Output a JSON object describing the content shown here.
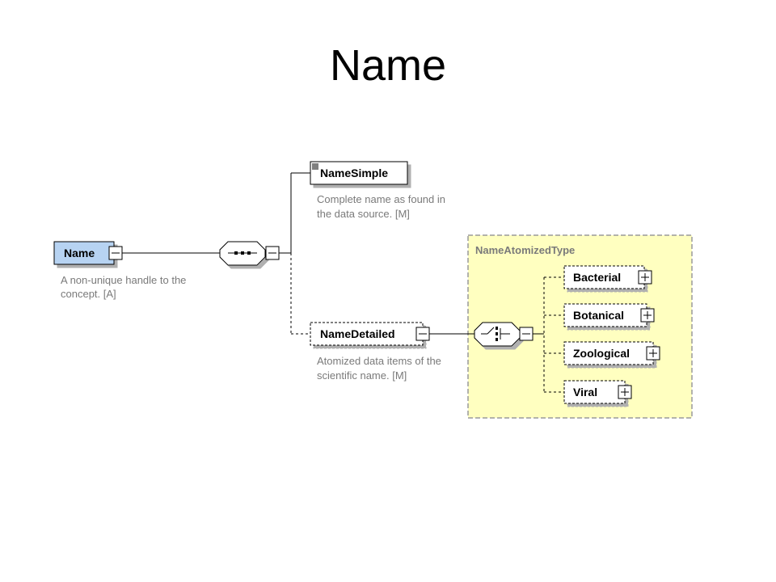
{
  "title": "Name",
  "root": {
    "label": "Name",
    "doc_line1": "A non-unique handle to the",
    "doc_line2": "concept. [A]"
  },
  "sequence": {
    "icon": "sequence-compositor-icon"
  },
  "name_simple": {
    "label": "NameSimple",
    "doc_line1": "Complete name as found in",
    "doc_line2": "the data source. [M]"
  },
  "name_detailed": {
    "label": "NameDetailed",
    "doc_line1": "Atomized data items of the",
    "doc_line2": "scientific name. [M]"
  },
  "atomized_type": {
    "label": "NameAtomizedType",
    "choice_icon": "choice-compositor-icon",
    "children": [
      {
        "label": "Bacterial"
      },
      {
        "label": "Botanical"
      },
      {
        "label": "Zoological"
      },
      {
        "label": "Viral"
      }
    ]
  },
  "colors": {
    "root_fill": "#b7d3f2",
    "type_fill": "#ffffc0",
    "type_border": "#9a9a9a",
    "doc_text": "#7a7a7a"
  }
}
